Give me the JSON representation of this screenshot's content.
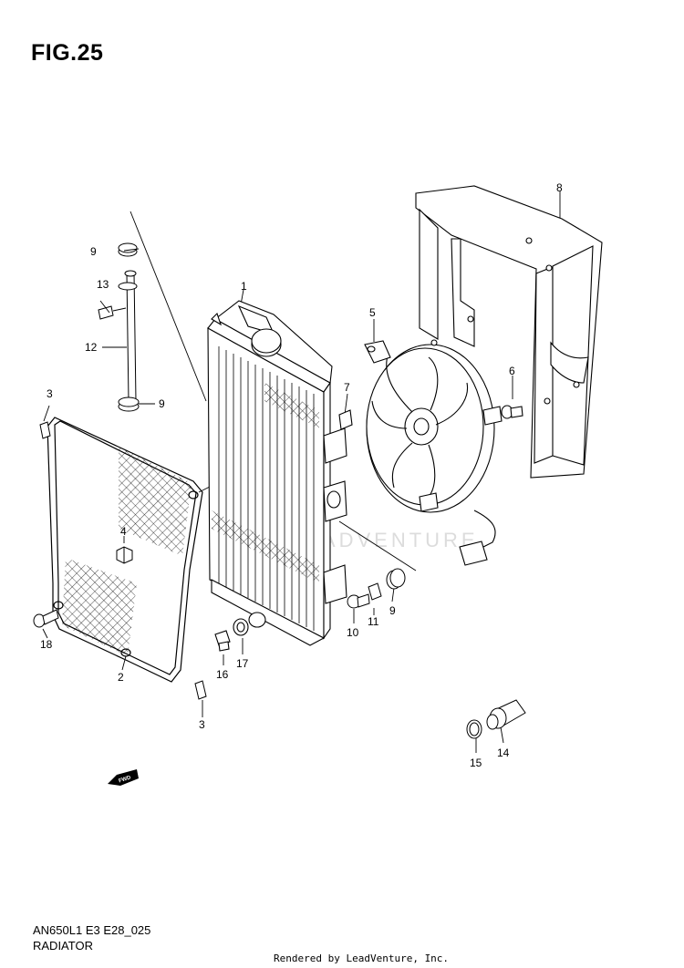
{
  "figure": {
    "title": "FIG.25",
    "model_code": "AN650L1 E3 E28_025",
    "caption": "RADIATOR",
    "credit": "Rendered by LeadVenture, Inc.",
    "watermark": "LEADVENTURE"
  },
  "callouts": [
    {
      "id": "c1",
      "number": "1"
    },
    {
      "id": "c2",
      "number": "2"
    },
    {
      "id": "c3a",
      "number": "3"
    },
    {
      "id": "c3b",
      "number": "3"
    },
    {
      "id": "c4",
      "number": "4"
    },
    {
      "id": "c5",
      "number": "5"
    },
    {
      "id": "c6",
      "number": "6"
    },
    {
      "id": "c7",
      "number": "7"
    },
    {
      "id": "c8",
      "number": "8"
    },
    {
      "id": "c9a",
      "number": "9"
    },
    {
      "id": "c9b",
      "number": "9"
    },
    {
      "id": "c9c",
      "number": "9"
    },
    {
      "id": "c10",
      "number": "10"
    },
    {
      "id": "c11",
      "number": "11"
    },
    {
      "id": "c12",
      "number": "12"
    },
    {
      "id": "c13",
      "number": "13"
    },
    {
      "id": "c14",
      "number": "14"
    },
    {
      "id": "c15",
      "number": "15"
    },
    {
      "id": "c16",
      "number": "16"
    },
    {
      "id": "c17",
      "number": "17"
    },
    {
      "id": "c18",
      "number": "18"
    }
  ],
  "icons": {
    "fwd_arrow": "FWD"
  }
}
